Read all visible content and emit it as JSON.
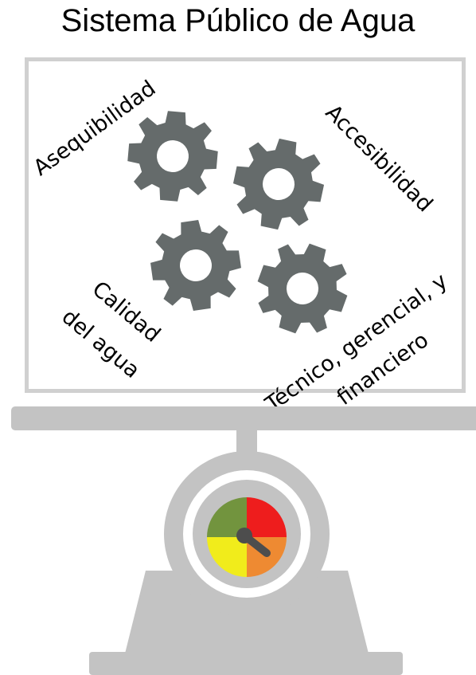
{
  "title": "Sistema Público de Agua",
  "labels": {
    "asequibilidad": "Asequibilidad",
    "accesibilidad": "Accesibilidad",
    "calidad_line1": "Calidad",
    "calidad_line2": "del agua",
    "tecnico_line1": "Técnico, gerencial, y",
    "tecnico_line2": "financiero"
  },
  "colors": {
    "frame_border": "#d0d0d0",
    "gear": "#656b6b",
    "scale": "#c3c3c3",
    "gauge_green": "#72943e",
    "gauge_red": "#ee1d1d",
    "gauge_yellow": "#f1ec1b",
    "gauge_orange": "#ee8a32",
    "needle": "#4d4d4d"
  },
  "icons": [
    "gear-icon",
    "gear-icon",
    "gear-icon",
    "gear-icon",
    "scale-icon",
    "gauge-icon"
  ]
}
